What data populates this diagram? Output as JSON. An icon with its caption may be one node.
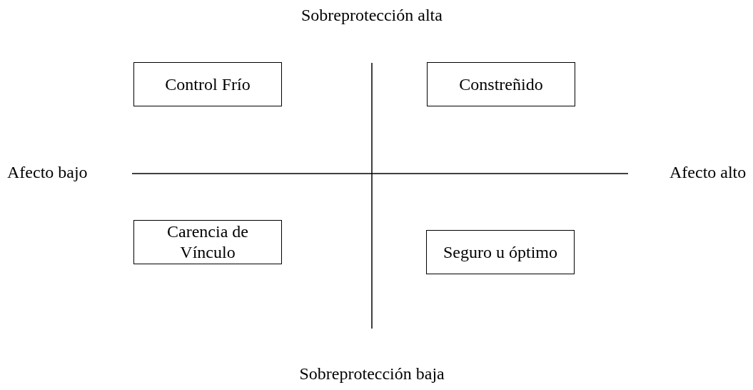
{
  "diagram": {
    "nodes": [
      {
        "text": [
          "Control Frío"
        ]
      },
      {
        "text": [
          "Constreñido"
        ]
      },
      {
        "text": [
          "Carencia de Vínculo"
        ]
      },
      {
        "text": [
          "Seguro u óptimo"
        ]
      }
    ],
    "labels": [
      "Sobreprotección alta",
      "Afecto bajo",
      "Afecto alto",
      "Sobreprotección baja"
    ]
  }
}
